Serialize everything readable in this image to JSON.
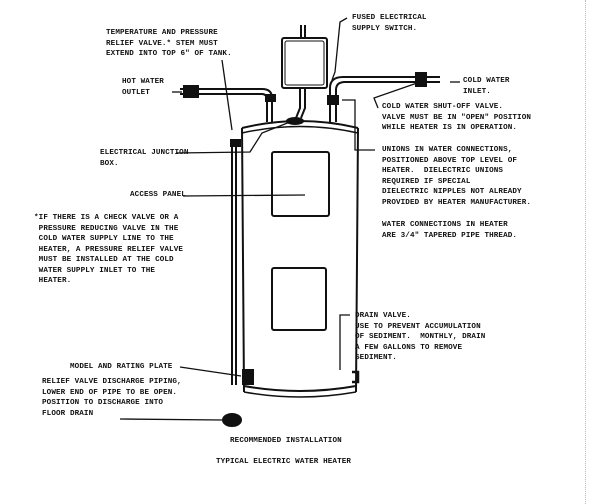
{
  "labels": {
    "fused_switch": [
      "FUSED ELECTRICAL",
      "SUPPLY SWITCH."
    ],
    "relief_valve": [
      "TEMPERATURE AND PRESSURE",
      "RELIEF VALVE.* STEM MUST",
      "EXTEND INTO TOP 6\" OF TANK."
    ],
    "hot_outlet": [
      "HOT WATER",
      "OUTLET"
    ],
    "cold_inlet": [
      "COLD WATER",
      "INLET."
    ],
    "shutoff_valve": [
      "COLD WATER SHUT-OFF VALVE.",
      "VALVE MUST BE IN \"OPEN\" POSITION",
      "WHILE HEATER IS IN OPERATION."
    ],
    "junction_box": [
      "ELECTRICAL JUNCTION",
      "BOX."
    ],
    "unions": [
      "UNIONS IN WATER CONNECTIONS,",
      "POSITIONED ABOVE TOP LEVEL OF",
      "HEATER.  DIELECTRIC UNIONS",
      "REQUIRED IF SPECIAL",
      "DIELECTRIC NIPPLES NOT ALREADY",
      "PROVIDED BY HEATER MANUFACTURER."
    ],
    "water_connections": [
      "WATER CONNECTIONS IN HEATER",
      "ARE 3/4\" TAPERED PIPE THREAD."
    ],
    "access_panel": "ACCESS PANEL",
    "footnote": [
      "*IF THERE IS A CHECK VALVE OR A",
      " PRESSURE REDUCING VALVE IN THE",
      " COLD WATER SUPPLY LINE TO THE",
      " HEATER, A PRESSURE RELIEF VALVE",
      " MUST BE INSTALLED AT THE COLD",
      " WATER SUPPLY INLET TO THE",
      " HEATER."
    ],
    "drain_valve": [
      "DRAIN VALVE.",
      "USE TO PREVENT ACCUMULATION",
      "OF SEDIMENT.  MONTHLY, DRAIN",
      "A FEW GALLONS TO REMOVE",
      "SEDIMENT."
    ],
    "rating_plate": "MODEL AND RATING PLATE",
    "discharge": [
      "RELIEF VALVE DISCHARGE PIPING,",
      "LOWER END OF PIPE TO BE OPEN.",
      "POSITION TO DISCHARGE INTO",
      "FLOOR DRAIN"
    ]
  },
  "caption": [
    "RECOMMENDED INSTALLATION",
    "TYPICAL ELECTRIC WATER HEATER"
  ]
}
